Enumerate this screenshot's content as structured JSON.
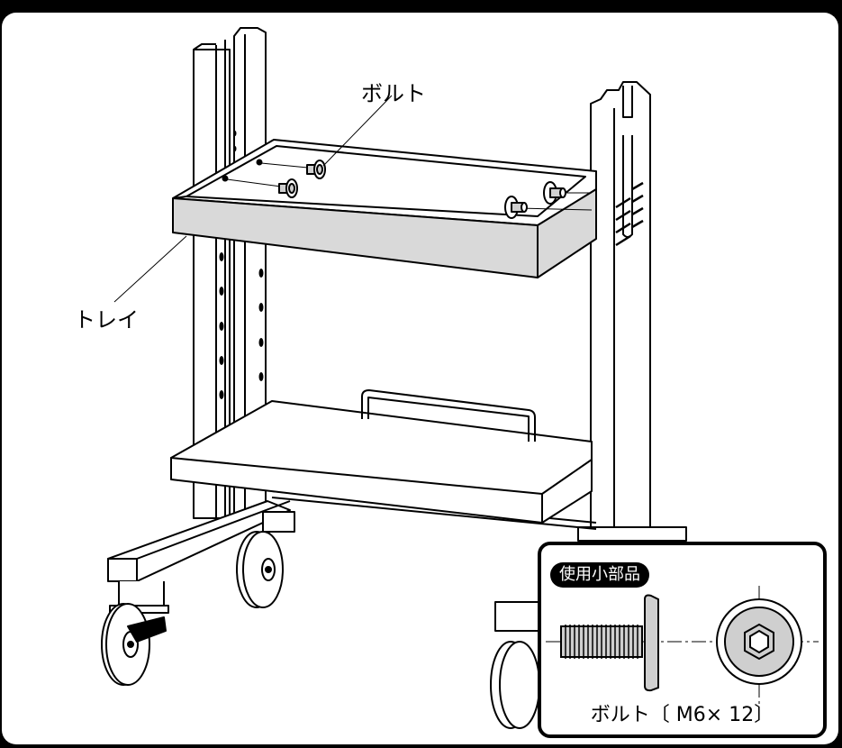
{
  "labels": {
    "bolt_callout": "ボルト",
    "tray_callout": "トレイ"
  },
  "parts_box": {
    "badge": "使用小部品",
    "caption": "ボルト〔 M6× 12〕"
  },
  "colors": {
    "background": "#000000",
    "panel": "#ffffff",
    "line": "#000000",
    "tray_fill": "#d9d9d9",
    "bolt_fill": "#cfcfcf"
  }
}
